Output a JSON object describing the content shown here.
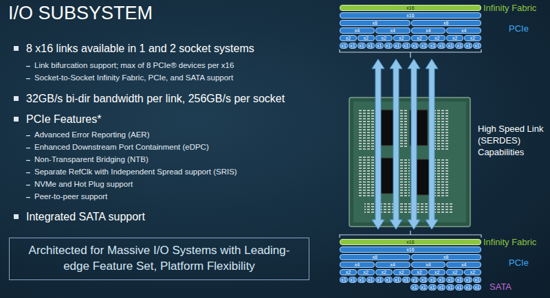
{
  "diagram": {
    "title": "I/O SUBSYSTEM",
    "nodes": [
      {
        "text": [
          "x16"
        ]
      },
      {
        "text": [
          "x16"
        ]
      },
      {
        "text": [
          "x8"
        ]
      },
      {
        "text": [
          "x8"
        ]
      },
      {
        "text": [
          "x4"
        ]
      },
      {
        "text": [
          "x4"
        ]
      },
      {
        "text": [
          "x4"
        ]
      },
      {
        "text": [
          "x4"
        ]
      },
      {
        "text": [
          "x2"
        ]
      },
      {
        "text": [
          "x2"
        ]
      },
      {
        "text": [
          "x2"
        ]
      },
      {
        "text": [
          "x2"
        ]
      },
      {
        "text": [
          "x2"
        ]
      },
      {
        "text": [
          "x2"
        ]
      },
      {
        "text": [
          "x2"
        ]
      },
      {
        "text": [
          "x2"
        ]
      },
      {
        "text": [
          "x1"
        ]
      },
      {
        "text": [
          "x1"
        ]
      },
      {
        "text": [
          "x1"
        ]
      },
      {
        "text": [
          "x1"
        ]
      },
      {
        "text": [
          "x1"
        ]
      },
      {
        "text": [
          "x1"
        ]
      },
      {
        "text": [
          "x1"
        ]
      },
      {
        "text": [
          "x1"
        ]
      },
      {
        "text": [
          "x1"
        ]
      },
      {
        "text": [
          "x1"
        ]
      },
      {
        "text": [
          "x1"
        ]
      },
      {
        "text": [
          "x1"
        ]
      },
      {
        "text": [
          "x1"
        ]
      },
      {
        "text": [
          "x1"
        ]
      },
      {
        "text": [
          "x1"
        ]
      },
      {
        "text": [
          "x1"
        ]
      },
      {
        "text": [
          "x16"
        ]
      },
      {
        "text": [
          "x16"
        ]
      },
      {
        "text": [
          "x8"
        ]
      },
      {
        "text": [
          "x8"
        ]
      },
      {
        "text": [
          "x4"
        ]
      },
      {
        "text": [
          "x4"
        ]
      },
      {
        "text": [
          "x4"
        ]
      },
      {
        "text": [
          "x4"
        ]
      },
      {
        "text": [
          "x2"
        ]
      },
      {
        "text": [
          "x2"
        ]
      },
      {
        "text": [
          "x2"
        ]
      },
      {
        "text": [
          "x2"
        ]
      },
      {
        "text": [
          "x2"
        ]
      },
      {
        "text": [
          "x2"
        ]
      },
      {
        "text": [
          "x2"
        ]
      },
      {
        "text": [
          "x2"
        ]
      },
      {
        "text": [
          "x1"
        ]
      },
      {
        "text": [
          "x1"
        ]
      },
      {
        "text": [
          "x1"
        ]
      },
      {
        "text": [
          "x1"
        ]
      },
      {
        "text": [
          "x1"
        ]
      },
      {
        "text": [
          "x1"
        ]
      },
      {
        "text": [
          "x1"
        ]
      },
      {
        "text": [
          "x1"
        ]
      },
      {
        "text": [
          "x1"
        ]
      },
      {
        "text": [
          "x1"
        ]
      },
      {
        "text": [
          "x1"
        ]
      },
      {
        "text": [
          "x1"
        ]
      },
      {
        "text": [
          "x1"
        ]
      },
      {
        "text": [
          "x1"
        ]
      },
      {
        "text": [
          "x1"
        ]
      },
      {
        "text": [
          "x1"
        ]
      },
      {
        "text": [
          "x1"
        ]
      },
      {
        "text": [
          "x1"
        ]
      },
      {
        "text": [
          "x1"
        ]
      },
      {
        "text": [
          "x1"
        ]
      },
      {
        "text": [
          "x1"
        ]
      },
      {
        "text": [
          "x1"
        ]
      },
      {
        "text": [
          "x1"
        ]
      },
      {
        "text": [
          "x1"
        ]
      },
      {
        "text": [
          "Architected for Massive I/O Systems with Leading-edge Feature Set, Platform Flexibility"
        ]
      }
    ],
    "labels": [
      "8 x16 links available in 1 and 2 socket systems",
      "Link bifurcation support; max of 8 PCIe® devices per x16",
      "Socket-to-Socket Infinity Fabric, PCIe, and SATA support",
      "32GB/s bi-dir bandwidth per link, 256GB/s per socket",
      "PCIe Features*",
      "Advanced Error Reporting (AER)",
      "Enhanced Downstream Port Containment (eDPC)",
      "Non-Transparent Bridging (NTB)",
      "Separate RefClk with Independent Spread support (SRIS)",
      "NVMe and Hot Plug support",
      "Peer-to-peer support",
      "Integrated SATA support",
      "Infinity Fabric",
      "PCIe",
      "High Speed Link (SERDES) Capabilities",
      "Infinity Fabric",
      "PCIe",
      "SATA"
    ]
  }
}
